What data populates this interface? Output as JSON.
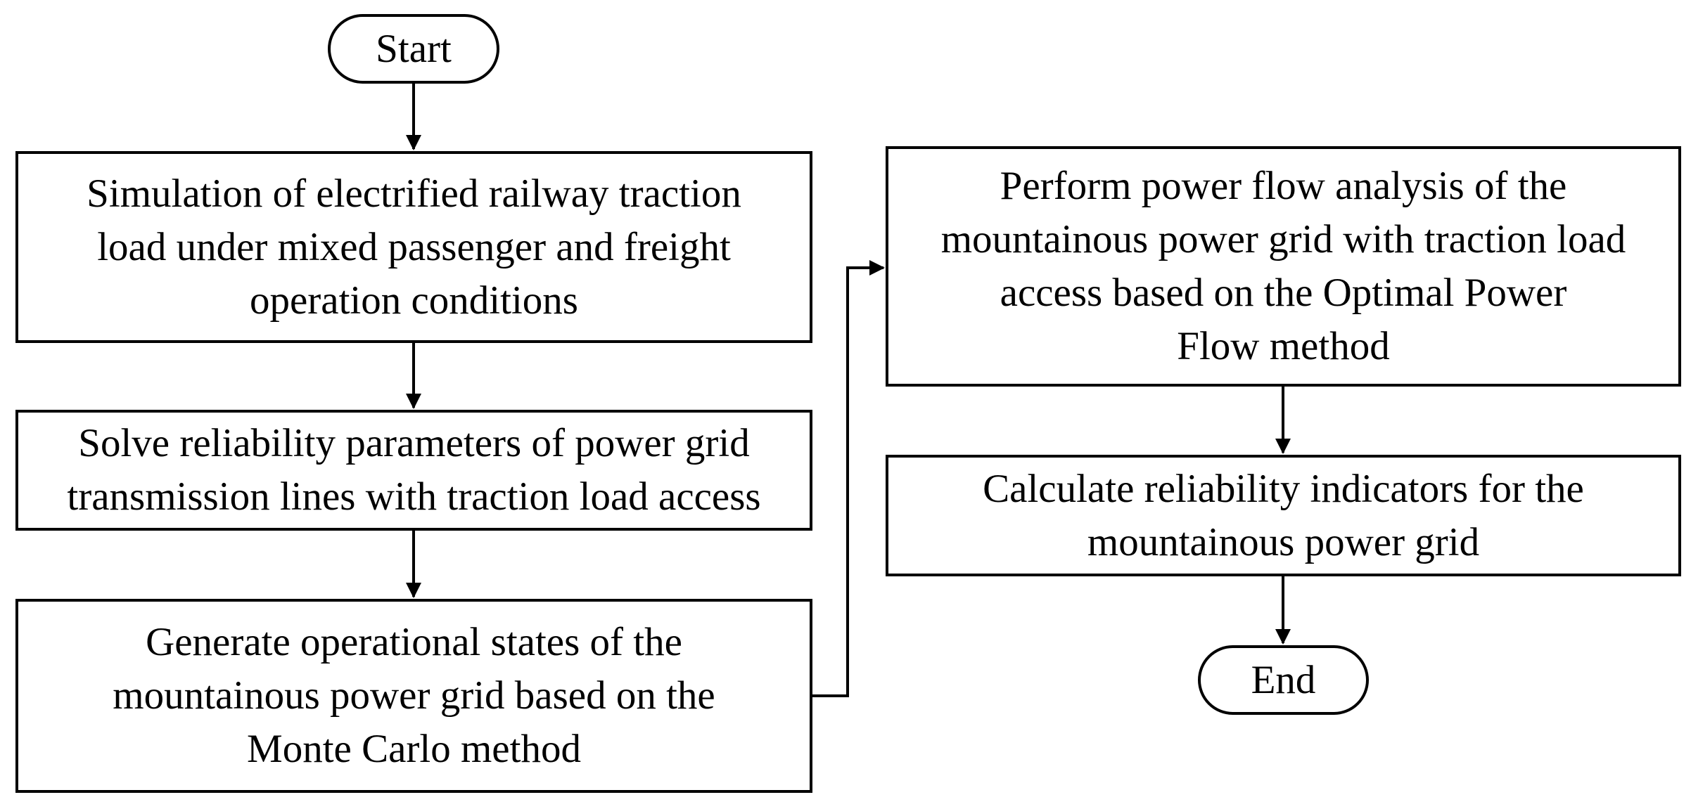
{
  "diagram": {
    "start": "Start",
    "end": "End",
    "steps": [
      {
        "lines": [
          "Simulation of electrified railway traction",
          "load under mixed passenger and freight",
          "operation conditions"
        ]
      },
      {
        "lines": [
          "Solve reliability parameters of power grid",
          "transmission lines with traction load access"
        ]
      },
      {
        "lines": [
          "Generate operational states of the",
          "mountainous power grid based on the",
          "Monte Carlo method"
        ]
      },
      {
        "lines": [
          "Perform power flow analysis of the",
          "mountainous power grid with traction load",
          "access based on the Optimal Power",
          "Flow method"
        ]
      },
      {
        "lines": [
          "Calculate reliability indicators for the",
          "mountainous power grid"
        ]
      }
    ],
    "colors": {
      "stroke": "#000000",
      "fill": "#ffffff"
    }
  }
}
